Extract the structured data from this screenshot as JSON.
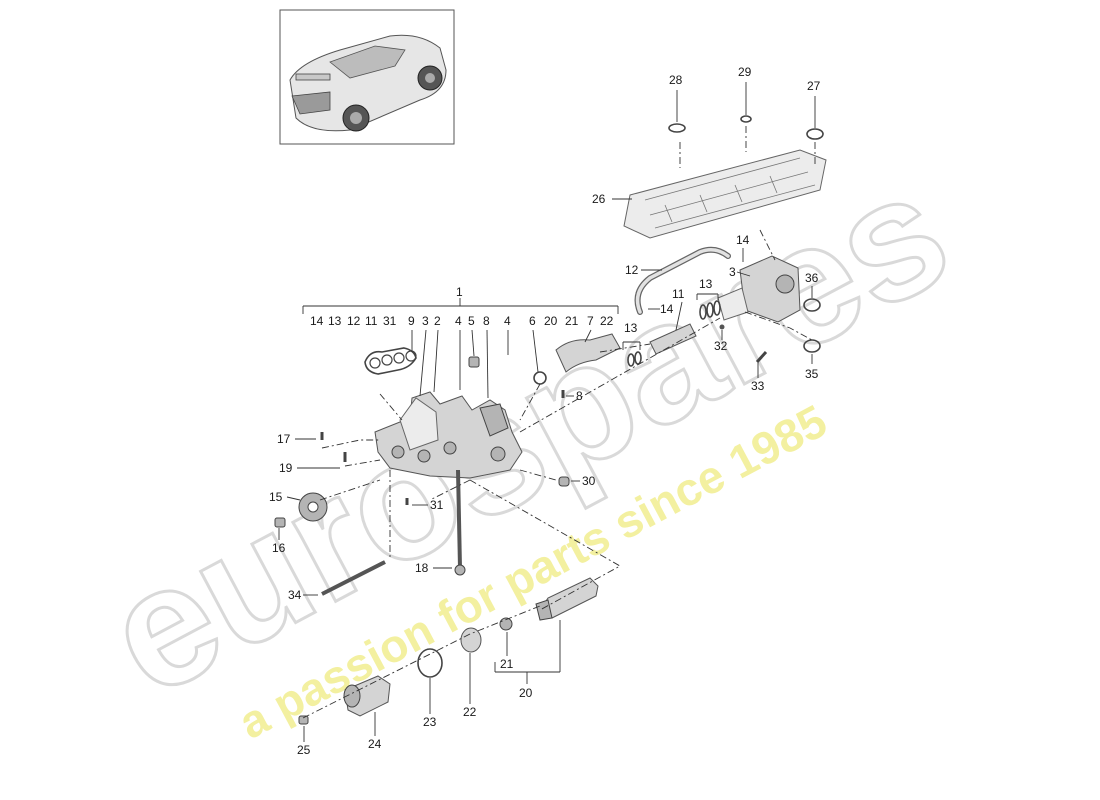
{
  "watermark": {
    "brand": "eurospares",
    "tagline": "a passion for parts since 1985"
  },
  "thumbnail": {
    "icon": "car-thumbnail-icon"
  },
  "group_header": {
    "label": "1",
    "members": [
      "14",
      "13",
      "12",
      "11",
      "31",
      "9",
      "3",
      "2",
      "4",
      "5",
      "8",
      "4",
      "6",
      "20",
      "21",
      "7",
      "22"
    ]
  },
  "callouts": {
    "c2": "2",
    "c3": "3",
    "c4": "4",
    "c6": "6",
    "c7": "7",
    "c8": "8",
    "c9": "9",
    "c11": "11",
    "c12": "12",
    "c13a": "13",
    "c13b": "13",
    "c14a": "14",
    "c14b": "14",
    "c15": "15",
    "c16": "16",
    "c17": "17",
    "c18": "18",
    "c19": "19",
    "c20": "20",
    "c21": "21",
    "c22": "22",
    "c23": "23",
    "c24": "24",
    "c25": "25",
    "c26": "26",
    "c27": "27",
    "c28": "28",
    "c29": "29",
    "c30": "30",
    "c31": "31",
    "c32": "32",
    "c33": "33",
    "c34": "34",
    "c35": "35",
    "c36": "36"
  }
}
